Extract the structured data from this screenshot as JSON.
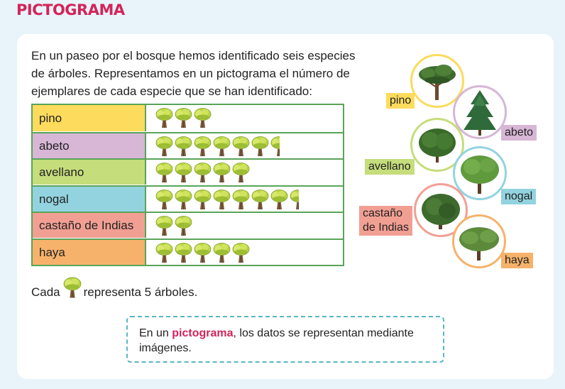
{
  "heading": "PICTOGRAMA",
  "intro": "En un paseo por el bosque hemos identificado seis especies de árboles. Representamos en un pictograma el número de ejemplares de cada especie que se han identificado:",
  "chart_data": {
    "type": "pictogram",
    "unit_value": 5,
    "rows": [
      {
        "name": "pino",
        "icons": 3,
        "value": 15,
        "color": "#fddb5c"
      },
      {
        "name": "abeto",
        "icons": 6.5,
        "value": 32.5,
        "color": "#d7b6d6"
      },
      {
        "name": "avellano",
        "icons": 5,
        "value": 25,
        "color": "#c5dd7b"
      },
      {
        "name": "nogal",
        "icons": 7.5,
        "value": 37.5,
        "color": "#92d3df"
      },
      {
        "name": "castaño de Indias",
        "icons": 2,
        "value": 10,
        "color": "#f29f93"
      },
      {
        "name": "haya",
        "icons": 5,
        "value": 25,
        "color": "#f6b26b"
      }
    ]
  },
  "legend": {
    "prefix": "Cada",
    "suffix": "representa 5 árboles."
  },
  "note": {
    "pre": "En un ",
    "keyword": "pictograma",
    "post": ", los datos se representan mediante imágenes."
  },
  "species_tags": [
    {
      "label": "pino",
      "color": "#fddb5c"
    },
    {
      "label": "abeto",
      "color": "#d7b6d6"
    },
    {
      "label": "avellano",
      "color": "#c5dd7b"
    },
    {
      "label": "nogal",
      "color": "#92d3df"
    },
    {
      "label": "castaño\nde Indias",
      "color": "#f29f93"
    },
    {
      "label": "haya",
      "color": "#f6b26b"
    }
  ],
  "colors": {
    "accent": "#d3245a",
    "table_border": "#5aa45a",
    "note_border": "#5ab6c7"
  }
}
